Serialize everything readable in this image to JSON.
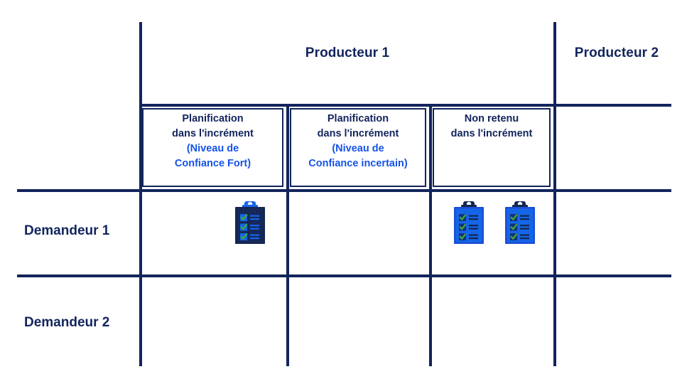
{
  "colors": {
    "navy": "#12245c",
    "blue": "#1552e8",
    "board_blue": "#1565e8",
    "check_green": "#3fa83f",
    "background": "#ffffff"
  },
  "header": {
    "producers": [
      {
        "label": "Producteur 1"
      },
      {
        "label": "Producteur 2"
      }
    ]
  },
  "columns": [
    {
      "line1": "Planification",
      "line2": "dans l'incrément",
      "line3": "(Niveau de",
      "line4": "Confiance Fort)",
      "accent": true
    },
    {
      "line1": "Planification",
      "line2": "dans l'incrément",
      "line3": "(Niveau de",
      "line4": "Confiance incertain)",
      "accent": true
    },
    {
      "line1": "Non retenu",
      "line2": "dans  l'incrément",
      "line3": "",
      "line4": "",
      "accent": false
    }
  ],
  "rows": [
    {
      "label": "Demandeur 1"
    },
    {
      "label": "Demandeur 2"
    }
  ],
  "icons": {
    "clipboard_dark": "clipboard-checklist-dark-icon",
    "clipboard_blue": "clipboard-checklist-blue-icon"
  },
  "cells": {
    "r1c1_icon_count": 1,
    "r1c3_icon_count": 2
  }
}
